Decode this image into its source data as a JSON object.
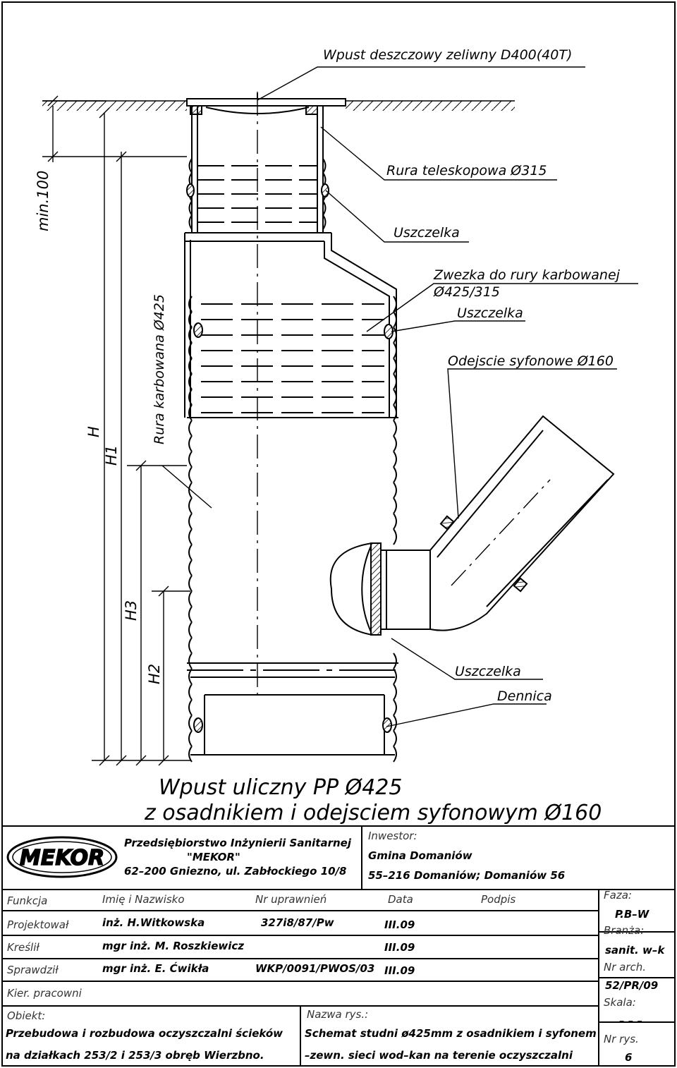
{
  "drawing": {
    "labels": {
      "inlet": "Wpust deszczowy zeliwny D400(40T)",
      "telescopic_pipe": "Rura teleskopowa Ø315",
      "seal_top": "Uszczelka",
      "reducer_line1": "Zwezka do rury karbowanej",
      "reducer_line2": "Ø425/315",
      "seal_mid": "Uszczelka",
      "siphon_outlet": "Odejscie syfonowe Ø160",
      "seal_bottom": "Uszczelka",
      "bottom": "Dennica",
      "corrugated_pipe": "Rura karbowana Ø425"
    },
    "dimensions": {
      "min": "min.100",
      "H": "H",
      "H1": "H1",
      "H2": "H2",
      "H3": "H3"
    },
    "title_line1": "Wpust uliczny PP Ø425",
    "title_line2": "z osadnikiem i odejsciem syfonowym Ø160"
  },
  "title_block": {
    "logo_text": "MEKOR",
    "company_line1": "Przedsiębiorstwo Inżynierii Sanitarnej",
    "company_line2": "\"MEKOR\"",
    "company_line3": "62–200 Gniezno, ul. Zabłockiego 10/8",
    "investor_label": "Inwestor:",
    "investor_name": "Gmina Domaniów",
    "investor_address": "55–216 Domaniów; Domaniów 56",
    "headers": {
      "function": "Funkcja",
      "name": "Imię i Nazwisko",
      "license": "Nr uprawnień",
      "date": "Data",
      "signature": "Podpis"
    },
    "rows": [
      {
        "function": "Projektował",
        "name": "inż. H.Witkowska",
        "license": "327i8/87/Pw",
        "date": "III.09"
      },
      {
        "function": "Kreślił",
        "name": "mgr inż. M. Roszkiewicz",
        "license": "",
        "date": "III.09"
      },
      {
        "function": "Sprawdził",
        "name": "mgr inż. E. Ćwikła",
        "license": "WKP/0091/PWOS/03",
        "date": "III.09"
      },
      {
        "function": "Kier. pracowni",
        "name": "",
        "license": "",
        "date": ""
      }
    ],
    "object_label": "Obiekt:",
    "object_line1": "Przebudowa i rozbudowa oczyszczalni ścieków",
    "object_line2": "na działkach 253/2 i 253/3 obręb Wierzbno.",
    "drawing_name_label": "Nazwa rys.:",
    "drawing_name_line1": "Schemat studni ø425mm z osadnikiem i syfonem",
    "drawing_name_line2": "–zewn. sieci wod–kan na terenie oczyszczalni",
    "phase_label": "Faza:",
    "phase_value": "P.B–W",
    "branch_label": "Branża:",
    "branch_value": "sanit. w–k",
    "archive_label": "Nr arch.",
    "archive_value": "52/PR/09",
    "scale_label": "Skala:",
    "scale_value": "– – –",
    "sheet_label": "Nr rys.",
    "sheet_value": "6"
  }
}
